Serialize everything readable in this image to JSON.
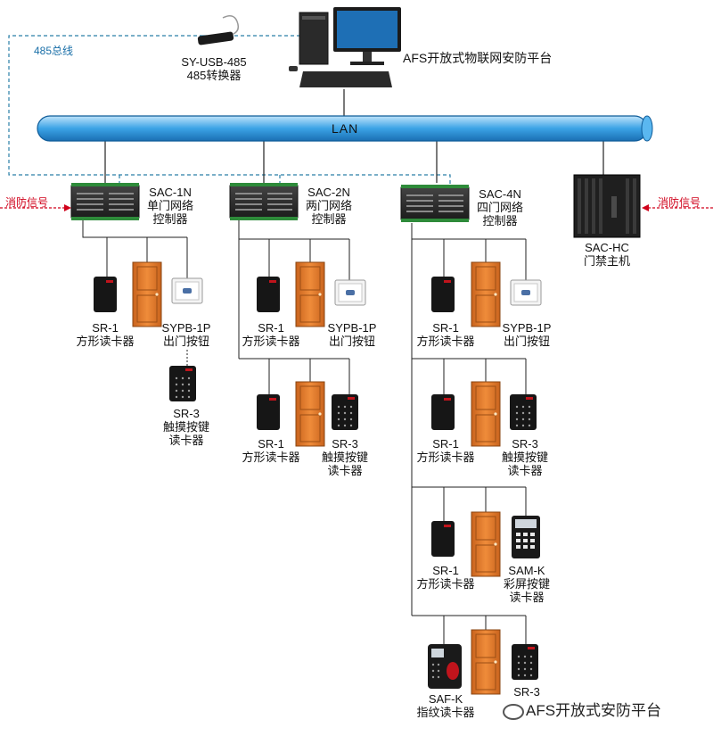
{
  "colors": {
    "lan_fill": "#3ba3e6",
    "rs485_line": "#2a7fa8",
    "signal_red": "#d0021b",
    "door": "#e07b2a",
    "controller": "#2b2b2b"
  },
  "labels": {
    "bus_485": "485总线",
    "usb_converter": [
      "SY-USB-485",
      "485转换器"
    ],
    "platform": "AFS开放式物联网安防平台",
    "lan": "LAN",
    "fire_signal_left": "消防信号",
    "fire_signal_right": "消防信号",
    "sac1n": [
      "SAC-1N",
      "单门网络",
      "控制器"
    ],
    "sac2n": [
      "SAC-2N",
      "两门网络",
      "控制器"
    ],
    "sac4n": [
      "SAC-4N",
      "四门网络",
      "控制器"
    ],
    "sachc": [
      "SAC-HC",
      "门禁主机"
    ],
    "c1_reader": [
      "SR-1",
      "方形读卡器"
    ],
    "c1_button": [
      "SYPB-1P",
      "出门按钮"
    ],
    "c1_touch": [
      "SR-3",
      "触摸按键",
      "读卡器"
    ],
    "c2_reader": [
      "SR-1",
      "方形读卡器"
    ],
    "c2_button": [
      "SYPB-1P",
      "出门按钮"
    ],
    "c2_reader_b": [
      "SR-1",
      "方形读卡器"
    ],
    "c2_touch": [
      "SR-3",
      "触摸按键",
      "读卡器"
    ],
    "c4_reader": [
      "SR-1",
      "方形读卡器"
    ],
    "c4_button": [
      "SYPB-1P",
      "出门按钮"
    ],
    "c4_reader_b": [
      "SR-1",
      "方形读卡器"
    ],
    "c4_touch_b": [
      "SR-3",
      "触摸按键",
      "读卡器"
    ],
    "c4_reader_c": [
      "SR-1",
      "方形读卡器"
    ],
    "c4_sam": [
      "SAM-K",
      "彩屏按键",
      "读卡器"
    ],
    "c4_saf": [
      "SAF-K",
      "指纹读卡器"
    ],
    "c4_touch_d": [
      "SR-3"
    ],
    "watermark": "AFS开放式安防平台"
  }
}
